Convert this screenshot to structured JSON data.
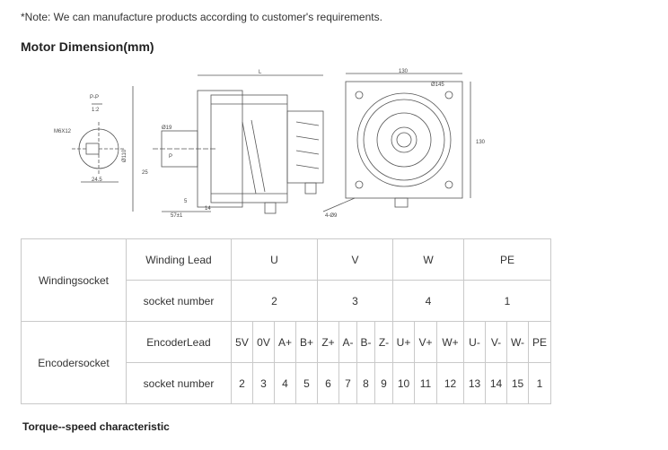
{
  "note": "*Note: We can manufacture products according to customer's requirements.",
  "title": "Motor Dimension(mm)",
  "drawing": {
    "section_label": "P-P",
    "section_scale": "1:2",
    "thread_label": "M6X12",
    "width_24_5": "24.5",
    "length_L": "L",
    "diam_label": "Ø110",
    "shaft_label": "Ø19",
    "p_label": "P",
    "dim_25": "25",
    "dim_5": "5",
    "dim_14": "14",
    "dim_57": "57±1",
    "front_130_top": "130",
    "front_130_side": "130",
    "front_145": "Ø145",
    "holes_label": "4-Ø9"
  },
  "table": {
    "winding": {
      "group": "Windingsocket",
      "lead_label": "Winding Lead",
      "socket_label": "socket number",
      "leads": [
        "U",
        "V",
        "W",
        "PE"
      ],
      "sockets": [
        "2",
        "3",
        "4",
        "1"
      ]
    },
    "encoder": {
      "group": "Encodersocket",
      "lead_label": "EncoderLead",
      "socket_label": "socket number",
      "leads": [
        "5V",
        "0V",
        "A+",
        "B+",
        "Z+",
        "A-",
        "B-",
        "Z-",
        "U+",
        "V+",
        "W+",
        "U-",
        "V-",
        "W-",
        "PE"
      ],
      "sockets": [
        "2",
        "3",
        "4",
        "5",
        "6",
        "7",
        "8",
        "9",
        "10",
        "11",
        "12",
        "13",
        "14",
        "15",
        "1"
      ]
    }
  },
  "footer": "Torque--speed characteristic"
}
